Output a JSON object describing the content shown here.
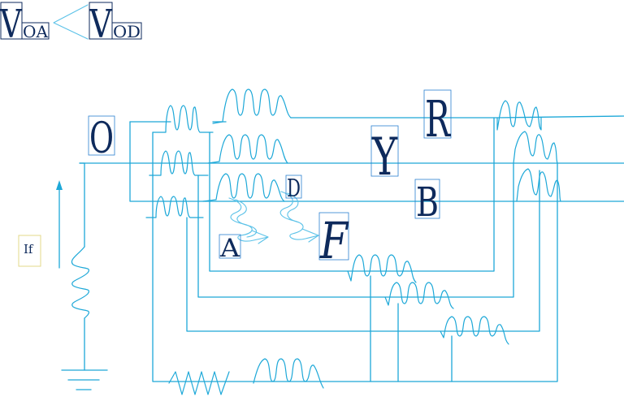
{
  "header": {
    "left_symbol": "V",
    "left_sub": "OA",
    "relation": "<",
    "right_symbol": "V",
    "right_sub": "OD"
  },
  "labels": {
    "O": "O",
    "R": "R",
    "Y": "Y",
    "B": "B",
    "D": "D",
    "A": "A",
    "F": "F",
    "If": "If"
  },
  "colors": {
    "wire": "#1da8d8",
    "text": "#0e2a5c"
  }
}
